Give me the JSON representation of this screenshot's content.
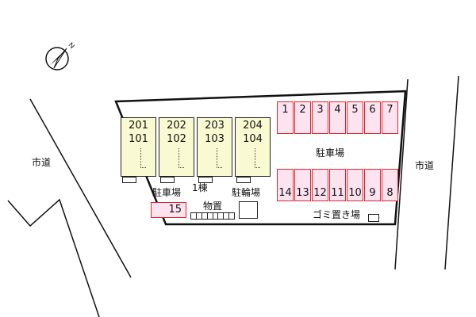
{
  "roads": {
    "left": "市道",
    "right": "市道"
  },
  "building": {
    "name": "1棟",
    "units": [
      {
        "upper": "201",
        "lower": "101"
      },
      {
        "upper": "202",
        "lower": "102"
      },
      {
        "upper": "203",
        "lower": "103"
      },
      {
        "upper": "204",
        "lower": "104"
      }
    ]
  },
  "parking": {
    "main_label": "駐車場",
    "side_label": "駐車場",
    "top_row": [
      "1",
      "2",
      "3",
      "4",
      "5",
      "6",
      "7"
    ],
    "bottom_row": [
      "14",
      "13",
      "12",
      "11",
      "10",
      "9",
      "8"
    ],
    "side_slot": "15"
  },
  "facilities": {
    "bicycle": "駐輪場",
    "storage": "物置",
    "garbage": "ゴミ置き場"
  },
  "compass": {
    "north_label": "N"
  },
  "colors": {
    "building_fill": "#fafad2",
    "parking_border": "#d8262c",
    "parking_fill": "#fde3f0"
  }
}
